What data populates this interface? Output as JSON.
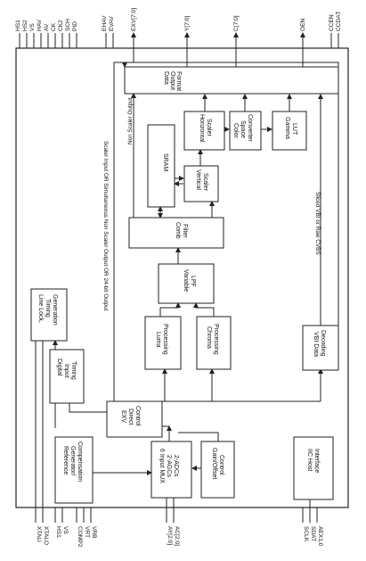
{
  "blocks": {
    "data_output_format": [
      "Data",
      "Output",
      "Format"
    ],
    "horizontal_scaler": [
      "Horizontal",
      "Scaler"
    ],
    "color_space_converter": [
      "Color",
      "Space",
      "Converter"
    ],
    "gamma_lut": [
      "Gamma",
      "LUT"
    ],
    "sram": [
      "SRAM"
    ],
    "vertical_scaler": [
      "Vertical",
      "Scaler"
    ],
    "comb_filter": [
      "Comb",
      "Filter"
    ],
    "variable_lpf": [
      "Variable",
      "LPF"
    ],
    "luma_processing": [
      "Luma",
      "Processing"
    ],
    "chroma_processing": [
      "Chroma",
      "Processing"
    ],
    "line_lock_timing": [
      "Line Lock,",
      "Timing",
      "Generation"
    ],
    "digital_input_timing": [
      "Digital",
      "Input",
      "Timing"
    ],
    "ext_direct_control": [
      "EXV",
      "Direct",
      "Control"
    ],
    "vbi_data_decoding": [
      "VBI Data",
      "Decoding"
    ],
    "reference_generator": [
      "Reference",
      "Generator/",
      "Compensation"
    ],
    "input_mux": [
      "6 Input MUX",
      "2-AGCs",
      "2-ADCs"
    ],
    "gain_offset_control": [
      "Gain/Offset",
      "Control"
    ],
    "iic_host_interface": [
      "IIC Host",
      "Interface"
    ]
  },
  "annotations": {
    "scaler_input_path": "Scaler Input OR Simultaneous Non Scaler Output OR 24-bit Output",
    "non_scaler_output": "Non Scaler Output",
    "sliced_vbi": "Sliced VBI or Raw CVBS"
  },
  "pins_top": {
    "group1": [
      "HS1",
      "HS2",
      "VS",
      "HAV",
      "AV",
      "CK",
      "CK2",
      "SCH",
      "PID"
    ],
    "ehav": "EHAV",
    "evav": "EVAV",
    "exv": "EXV[7:0]",
    "y": "Y[7:0]",
    "c": "C[7:0]",
    "oen": "OEN",
    "ccen": "CCEN",
    "ccdat": "CCDAT"
  },
  "pins_bottom": {
    "xtal": [
      "XTALI",
      "XTALO"
    ],
    "hs_vs": [
      "HS1",
      "VS"
    ],
    "comp": [
      "COMP2",
      "VRT",
      "VRB"
    ],
    "analog": [
      "AY[2:0]",
      "AC[2:0]"
    ],
    "host": [
      "SCLK",
      "SDAT",
      "AEX1,0"
    ]
  }
}
